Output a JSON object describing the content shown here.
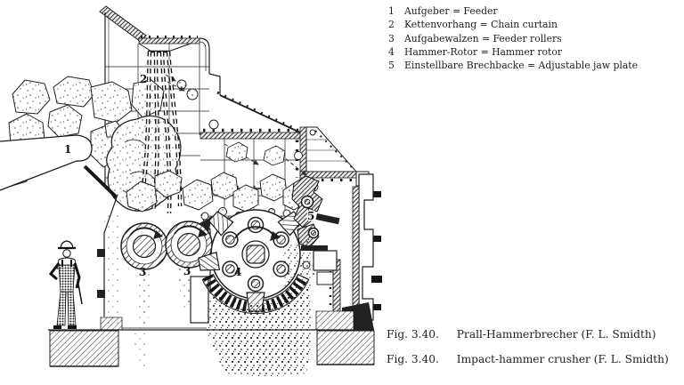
{
  "colors": {
    "ink": "#1c1c1c",
    "paper": "#ffffff"
  },
  "legend": {
    "items": [
      {
        "num": "1",
        "label": "Aufgeber = Feeder"
      },
      {
        "num": "2",
        "label": "Kettenvorhang = Chain curtain"
      },
      {
        "num": "3",
        "label": "Aufgabewalzen = Feeder rollers"
      },
      {
        "num": "4",
        "label": "Hammer-Rotor = Hammer rotor"
      },
      {
        "num": "5",
        "label": "Einstellbare Brechbacke = Adjustable jaw plate"
      }
    ]
  },
  "figure_labels": {
    "feeder": "1",
    "chain_curtain": "2",
    "feeder_roller_left": "3",
    "feeder_roller_right": "3",
    "hammer_rotor": "4",
    "jaw_plate": "5"
  },
  "captions": [
    {
      "fig_no": "Fig. 3.40.",
      "title": "Prall-Hammerbrecher (F. L. Smidth)"
    },
    {
      "fig_no": "Fig. 3.40.",
      "title": "Impact-hammer crusher (F. L. Smidth)"
    }
  ]
}
